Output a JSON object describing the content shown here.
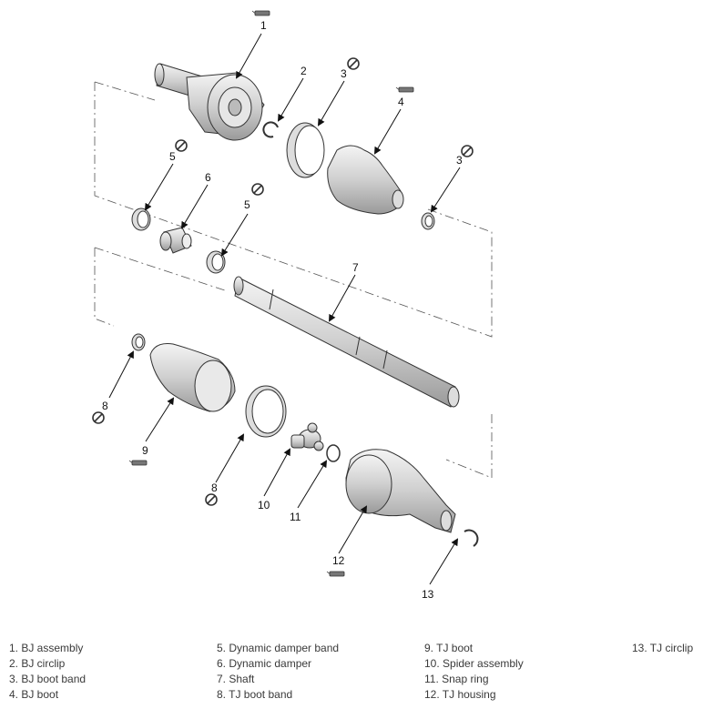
{
  "callouts": [
    "1",
    "2",
    "3",
    "3",
    "4",
    "5",
    "5",
    "6",
    "7",
    "8",
    "8",
    "9",
    "10",
    "11",
    "12",
    "13"
  ],
  "legend": {
    "col1": [
      "1. BJ assembly",
      "2. BJ circlip",
      "3. BJ boot band",
      "4. BJ boot"
    ],
    "col2": [
      "5. Dynamic damper band",
      "6. Dynamic damper",
      "7. Shaft",
      "8. TJ boot band"
    ],
    "col3": [
      "9. TJ boot",
      "10. Spider assembly",
      "11. Snap ring",
      "12. TJ housing"
    ],
    "col4": [
      "13. TJ circlip"
    ]
  },
  "icons": [
    "grease-icon",
    "replace-prohibited-icon"
  ]
}
